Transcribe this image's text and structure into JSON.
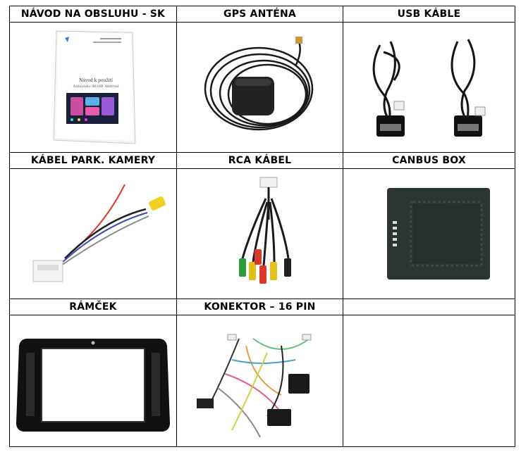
{
  "rows": [
    {
      "headers": [
        "NÁVOD NA OBSLUHU - SK",
        "GPS ANTÉNA",
        "USB KÁBLE"
      ]
    },
    {
      "headers": [
        "KÁBEL PARK. KAMERY",
        "RCA KÁBEL",
        "CANBUS BOX"
      ]
    },
    {
      "headers": [
        "RÁMČEK",
        "KONEKTOR – 16 PIN",
        ""
      ]
    }
  ],
  "manual": {
    "title": "Návod k použití",
    "subtitle": "Autorádio 9610B Android"
  },
  "icons": {
    "manual": "manual-document-image",
    "gps": "gps-antenna-image",
    "usb": "usb-cable-image",
    "camera": "camera-cable-image",
    "rca": "rca-cable-image",
    "canbus": "canbus-box-image",
    "frame": "frame-image",
    "connector": "connector-harness-image"
  }
}
